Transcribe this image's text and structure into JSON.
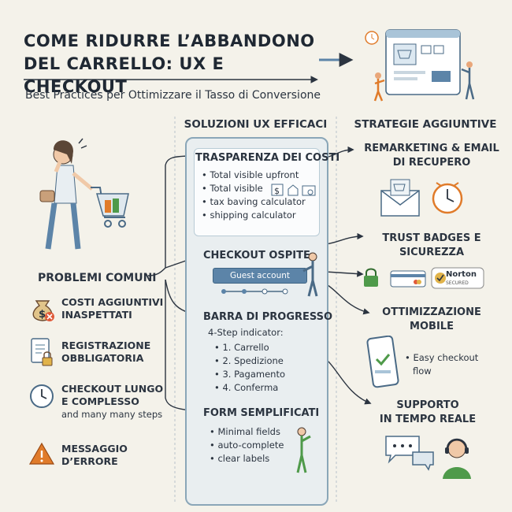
{
  "header": {
    "title_line1": "COME RIDURRE L’ABBANDONO",
    "title_line2": "DEL CARRELLO: UX E CHECKOUT",
    "subtitle": "Best Practices per Ottimizzare il Tasso di Conversione"
  },
  "columns": {
    "center_title": "SOLUZIONI UX EFFICACI",
    "right_title": "STRATEGIE AGGIUNTIVE"
  },
  "problems": {
    "title": "PROBLEMI COMUNI",
    "items": [
      {
        "line1": "COSTI AGGIUNTIVI",
        "line2": "INASPETTATI",
        "icon": "money-bag-icon"
      },
      {
        "line1": "REGISTRAZIONE",
        "line2": "OBBLIGATORIA",
        "icon": "document-lock-icon"
      },
      {
        "line1": "CHECKOUT LUNGO",
        "line2": "E COMPLESSO",
        "line3": "and many many steps",
        "icon": "clock-icon"
      },
      {
        "line1": "MESSAGGIO",
        "line2": "D’ERRORE",
        "icon": "warning-icon"
      }
    ]
  },
  "solutions": {
    "transparency": {
      "title": "TRASPARENZA DEI COSTI",
      "items": [
        "Total visible upfront",
        "Total visible",
        "tax baving calculator",
        "shipping calculator"
      ]
    },
    "guest": {
      "title": "CHECKOUT OSPITE",
      "button": "Guest account"
    },
    "progress": {
      "title": "BARRA DI PROGRESSO",
      "intro": "4-Step indicator:",
      "steps": [
        "1. Carrello",
        "2. Spedizione",
        "3. Pagamento",
        "4. Conferma"
      ]
    },
    "forms": {
      "title": "FORM SEMPLIFICATI",
      "items": [
        "Minimal fields",
        "auto-complete",
        "clear labels"
      ]
    }
  },
  "strategies": {
    "remarketing": {
      "line1": "REMARKETING & EMAIL",
      "line2": "DI RECUPERO"
    },
    "trust": {
      "line1": "TRUST BADGES E",
      "line2": "SICUREZZA",
      "badge_brand": "Norton",
      "badge_sub": "SECURED"
    },
    "mobile": {
      "line1": "OTTIMIZZAZIONE",
      "line2": "MOBILE",
      "note_line1": "Easy checkout",
      "note_line2": "flow"
    },
    "support": {
      "line1": "SUPPORTO",
      "line2": "IN TEMPO REALE"
    }
  },
  "colors": {
    "accent_blue": "#5c84a8",
    "warning_orange": "#e07b2a",
    "trust_green": "#4f9a4a",
    "line": "#2b3440"
  }
}
